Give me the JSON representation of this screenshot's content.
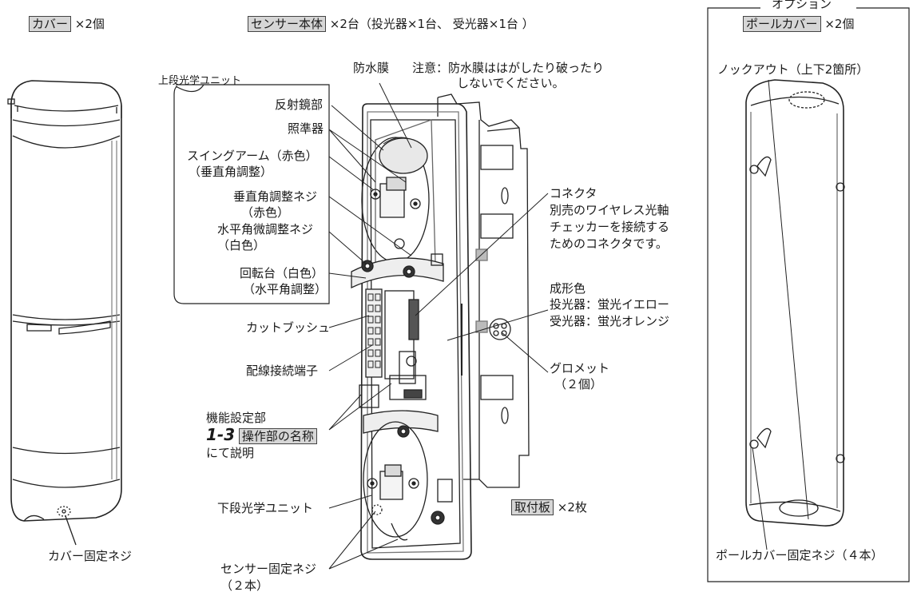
{
  "cover": {
    "tag": "カバー",
    "qty": "×2個",
    "screw": "カバー固定ネジ"
  },
  "sensor": {
    "tag": "センサー本体",
    "qty": "×2台（投光器×1台、 受光器×1台 ）"
  },
  "option": {
    "frame_title": "オプション",
    "tag": "ポールカバー",
    "qty": "×2個",
    "knockout": "ノックアウト（上下2箇所）",
    "screw": "ポールカバー固定ネジ（４本）"
  },
  "labels": {
    "upper_unit": "上段光学ユニット",
    "membrane": "防水膜",
    "membrane_note_1": "注意：防水膜ははがしたり破ったり",
    "membrane_note_2": "しないでください。",
    "reflector": "反射鏡部",
    "sight": "照準器",
    "swing_arm_1": "スイングアーム（赤色）",
    "swing_arm_2": "（垂直角調整）",
    "v_screw_1": "垂直角調整ネジ",
    "v_screw_2": "（赤色）",
    "h_screw_1": "水平角微調整ネジ",
    "h_screw_2": "（白色）",
    "turntable_1": "回転台（白色）",
    "turntable_2": "（水平角調整）",
    "bushing": "カットブッシュ",
    "terminal": "配線接続端子",
    "func_1": "機能設定部",
    "func_ref_num": "1-3",
    "func_ref_tag": "操作部の名称",
    "func_2": "にて説明",
    "lower_unit": "下段光学ユニット",
    "fix_screw_1": "センサー固定ネジ",
    "fix_screw_2": "（２本）",
    "connector_1": "コネクタ",
    "connector_2": "別売のワイヤレス光軸",
    "connector_3": "チェッカーを接続する",
    "connector_4": "ためのコネクタです。",
    "color_1": "成形色",
    "color_2": "投光器：蛍光イエロー",
    "color_3": "受光器：蛍光オレンジ",
    "grommet_1": "グロメット",
    "grommet_2": "（２個）",
    "plate_tag": "取付板",
    "plate_qty": "×2枚"
  }
}
